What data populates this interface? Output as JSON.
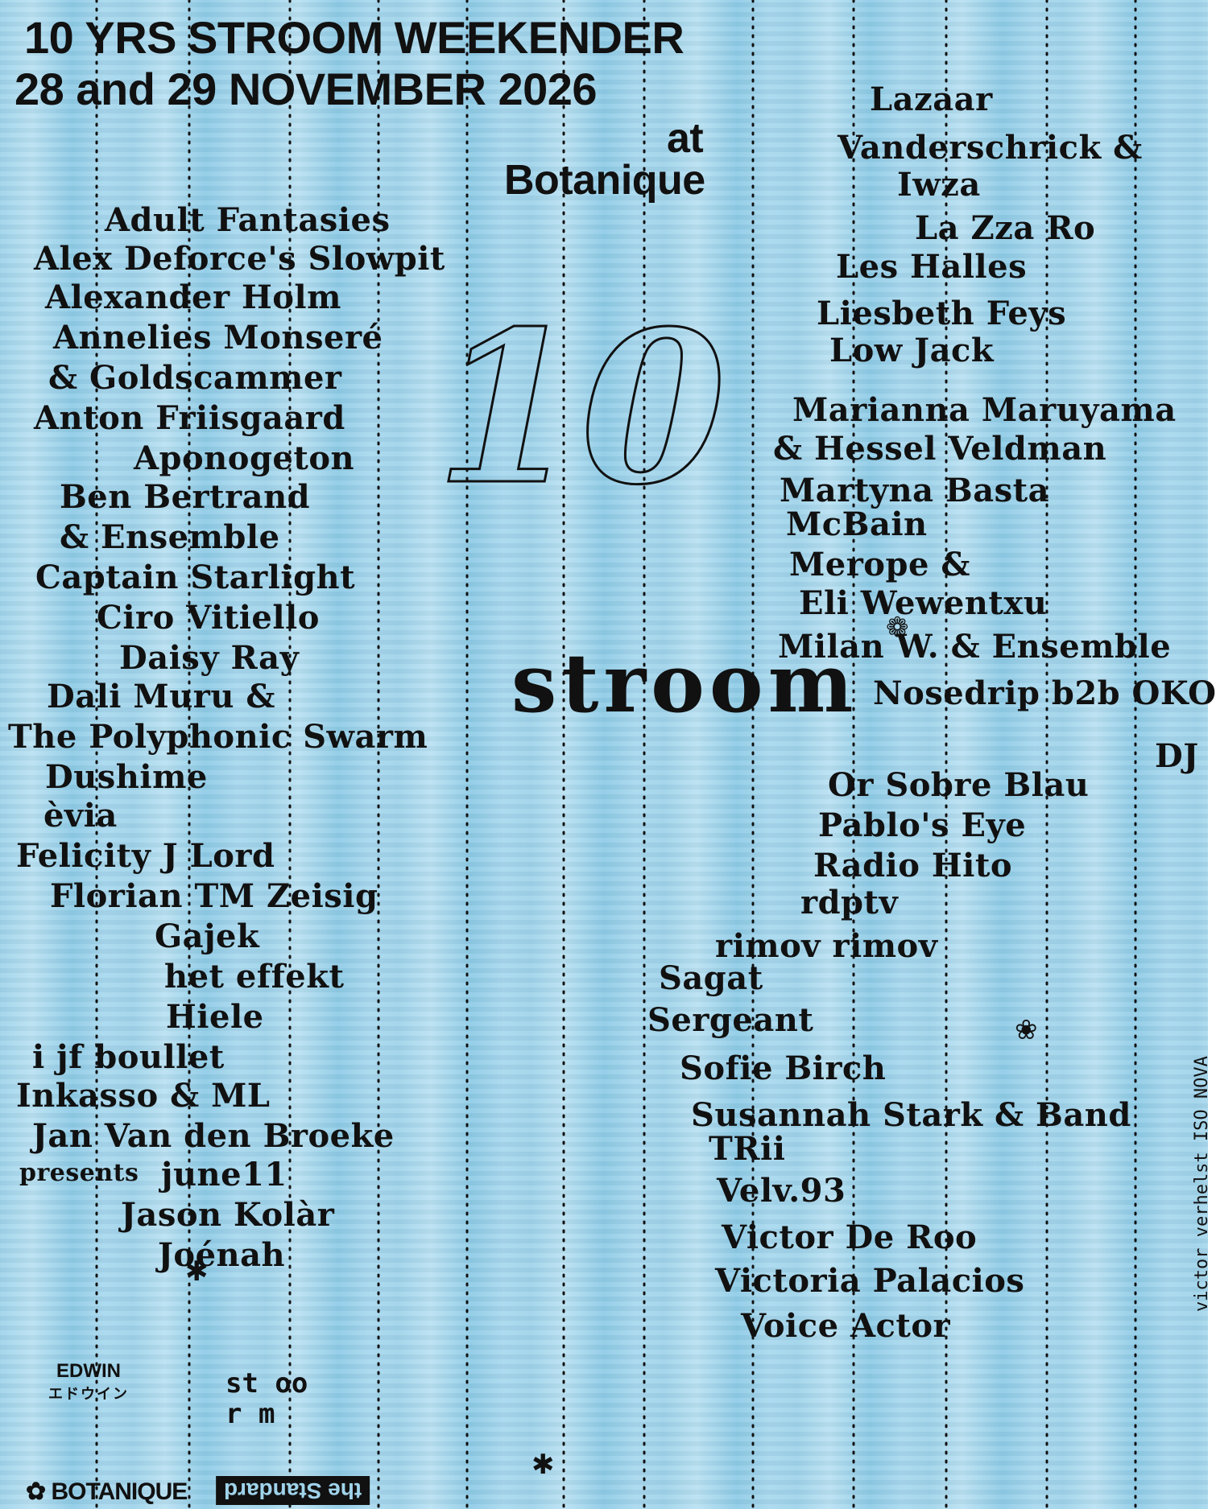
{
  "header": {
    "line1_left": "10 YRS",
    "line1_mid": "STROOM",
    "line1_right": "WEEKENDER",
    "line2": "28 and 29 NOVEMBER 2026",
    "at": "at",
    "venue": "Botanique"
  },
  "artists_left": [
    "Adult Fantasies",
    "Alex Deforce's Slowpit",
    "Alexander Holm",
    "Annelies Monseré",
    "& Goldscammer",
    "Anton Friisgaard",
    "Aponogeton",
    "Ben Bertrand",
    "& Ensemble",
    "Captain Starlight",
    "Ciro Vitiello",
    "Daisy Ray",
    "Dali Muru &",
    "The Polyphonic Swarm",
    "Dushime",
    "èvia",
    "Felicity J Lord",
    "Florian TM Zeisig",
    "Gajek",
    "het effekt",
    "Hiele",
    "i jf boullet",
    "Inkasso & ML",
    "Jan Van den Broeke",
    "presents",
    "june11",
    "Jason Kolàr",
    "Joénah"
  ],
  "artists_right": [
    "Lazaar",
    "Vanderschrick &",
    "Iwza",
    "La Zza Ro",
    "Les Halles",
    "Liesbeth Feys",
    "Low Jack",
    "Marianna Maruyama",
    "& Hessel Veldman",
    "Martyna Basta",
    "McBain",
    "Merope &",
    "Eli Wewentxu",
    "Milan W. & Ensemble",
    "Nosedrip b2b OKO",
    "DJ",
    "Or Sobre Blau",
    "Pablo's Eye",
    "Radio Hito",
    "rdptv",
    "rimov rimov",
    "Sagat",
    "Sergeant",
    "Sofie Birch",
    "Susannah Stark & Band",
    "TRii",
    "Velv.93",
    "Victor De Roo",
    "Victoria Palacios",
    "Voice Actor"
  ],
  "logo": {
    "big_number": "10",
    "word": "stroom",
    "small_top": "st  oo",
    "small_bottom": "r   m"
  },
  "sponsors": {
    "edwin": "EDWIN",
    "edwin_jp": "エドウイン",
    "botanique": "BOTANIQUE",
    "standard": "the Standard"
  },
  "credit": "victor verhelst  ISO NOVA",
  "colors": {
    "background": "#9fd3ea",
    "ink": "#111111"
  }
}
